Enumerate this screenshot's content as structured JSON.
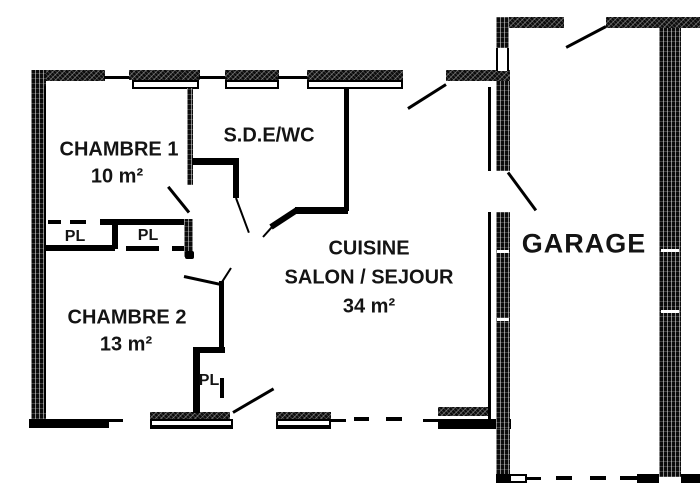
{
  "plan": {
    "rooms": {
      "chambre1": {
        "name": "CHAMBRE 1",
        "area": "10 m²"
      },
      "chambre2": {
        "name": "CHAMBRE 2",
        "area": "13 m²"
      },
      "sde_wc": {
        "name": "S.D.E/WC"
      },
      "cuisine_salon": {
        "line1": "CUISINE",
        "line2": "SALON / SEJOUR",
        "area": "34 m²"
      },
      "garage": {
        "name": "GARAGE"
      },
      "closet": {
        "label": "PL"
      }
    },
    "colors": {
      "ink": "#141414",
      "paper": "#ffffff"
    }
  }
}
